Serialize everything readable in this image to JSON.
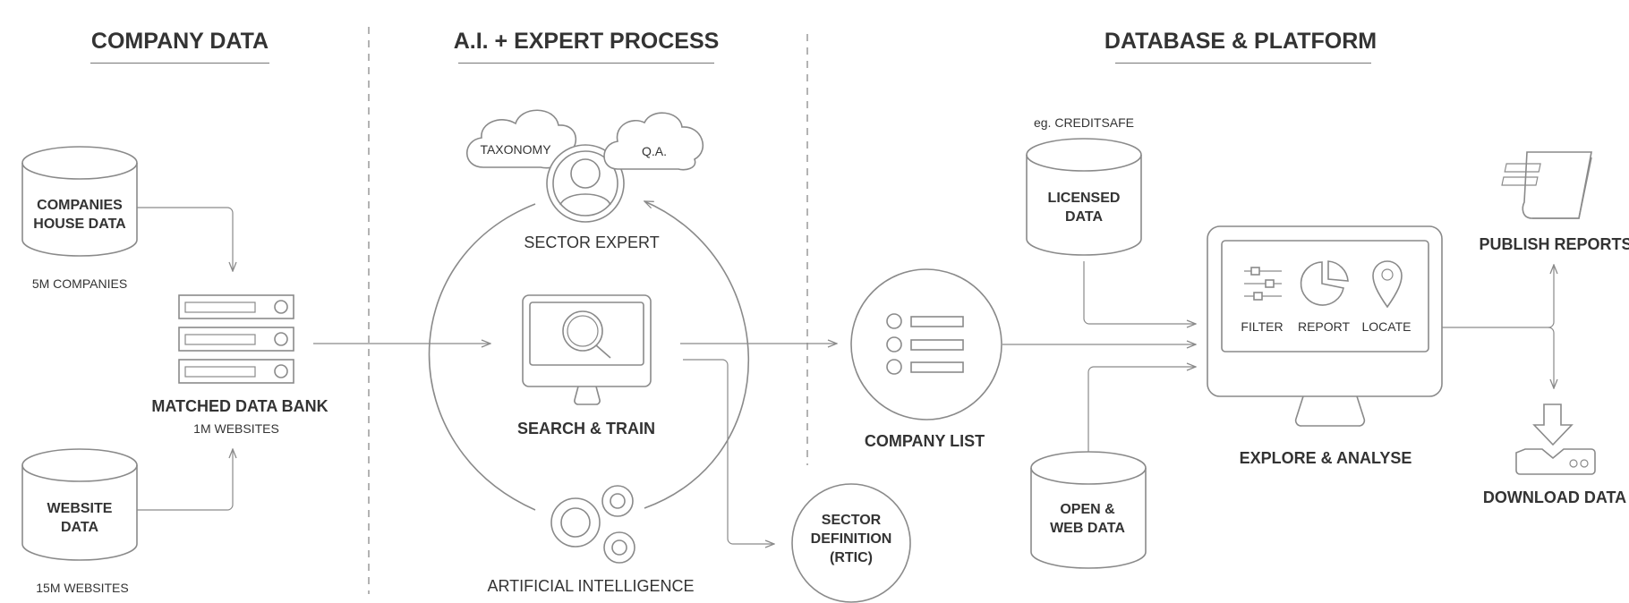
{
  "sections": {
    "company_data": "COMPANY DATA",
    "ai_process": "A.I. + EXPERT PROCESS",
    "database_platform": "DATABASE & PLATFORM"
  },
  "sources": {
    "companies_house": {
      "line1": "COMPANIES",
      "line2": "HOUSE DATA",
      "caption": "5M COMPANIES"
    },
    "website": {
      "line1": "WEBSITE",
      "line2": "DATA",
      "caption": "15M WEBSITES"
    }
  },
  "matched_bank": {
    "title": "MATCHED DATA BANK",
    "caption": "1M WEBSITES"
  },
  "process": {
    "taxonomy": "TAXONOMY",
    "qa": "Q.A.",
    "sector_expert": "SECTOR EXPERT",
    "search_train": "SEARCH & TRAIN",
    "ai": "ARTIFICIAL INTELLIGENCE"
  },
  "sector_definition": {
    "line1": "SECTOR",
    "line2": "DEFINITION",
    "line3": "(RTIC)"
  },
  "company_list": "COMPANY LIST",
  "licensed": {
    "note": "eg. CREDITSAFE",
    "line1": "LICENSED",
    "line2": "DATA"
  },
  "open_web": {
    "line1": "OPEN &",
    "line2": "WEB DATA"
  },
  "platform": {
    "filter": "FILTER",
    "report": "REPORT",
    "locate": "LOCATE",
    "title": "EXPLORE & ANALYSE"
  },
  "outputs": {
    "publish": "PUBLISH REPORTS",
    "download": "DOWNLOAD DATA"
  },
  "colors": {
    "stroke": "#8a8a8a",
    "text": "#333333",
    "background": "#ffffff"
  }
}
